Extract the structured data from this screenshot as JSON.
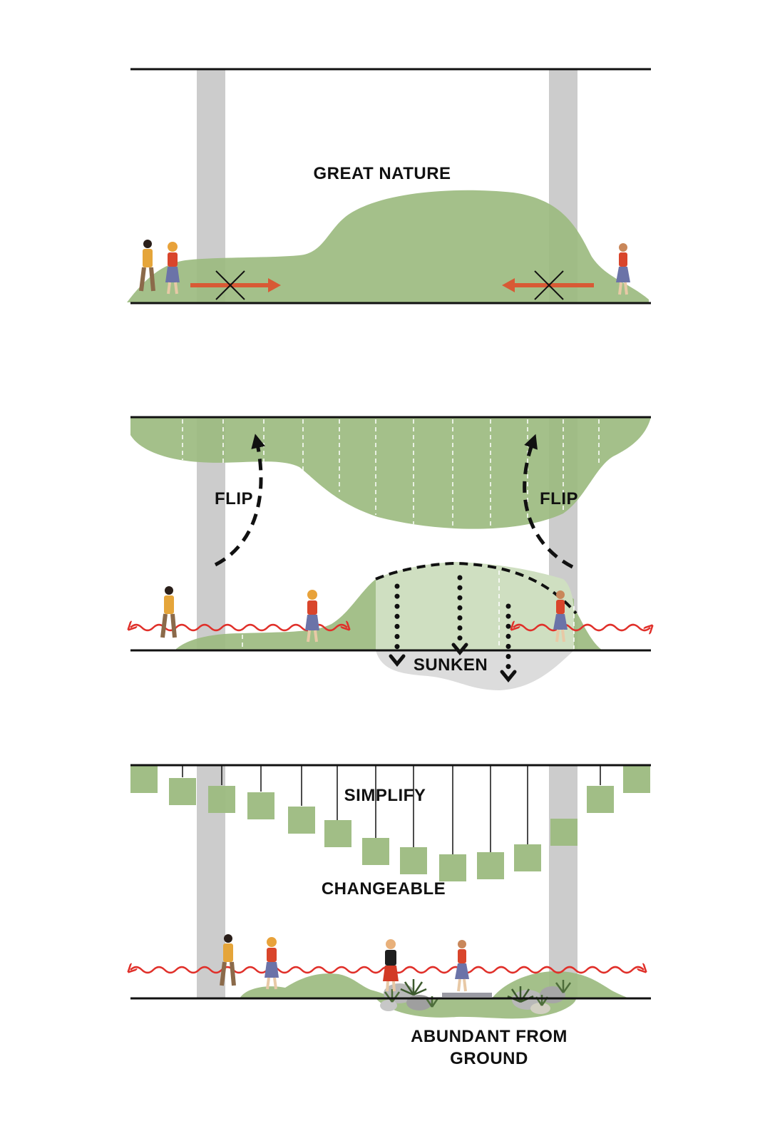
{
  "panels": [
    {
      "label": "GREAT NATURE"
    },
    {
      "label_left": "FLIP",
      "label_right": "FLIP",
      "label_bottom": "SUNKEN"
    },
    {
      "label_top": "SIMPLIFY",
      "label_mid": "CHANGEABLE",
      "label_bottom_1": "ABUNDANT FROM",
      "label_bottom_2": "GROUND"
    }
  ],
  "colors": {
    "green": "#9cbb80",
    "green_light": "#cfdfc1",
    "column": "#cccccc",
    "line": "#111111",
    "arrow_blocked": "#d85a35",
    "wave_path": "#e0302a",
    "sunken_fill": "#dcdcdc"
  }
}
